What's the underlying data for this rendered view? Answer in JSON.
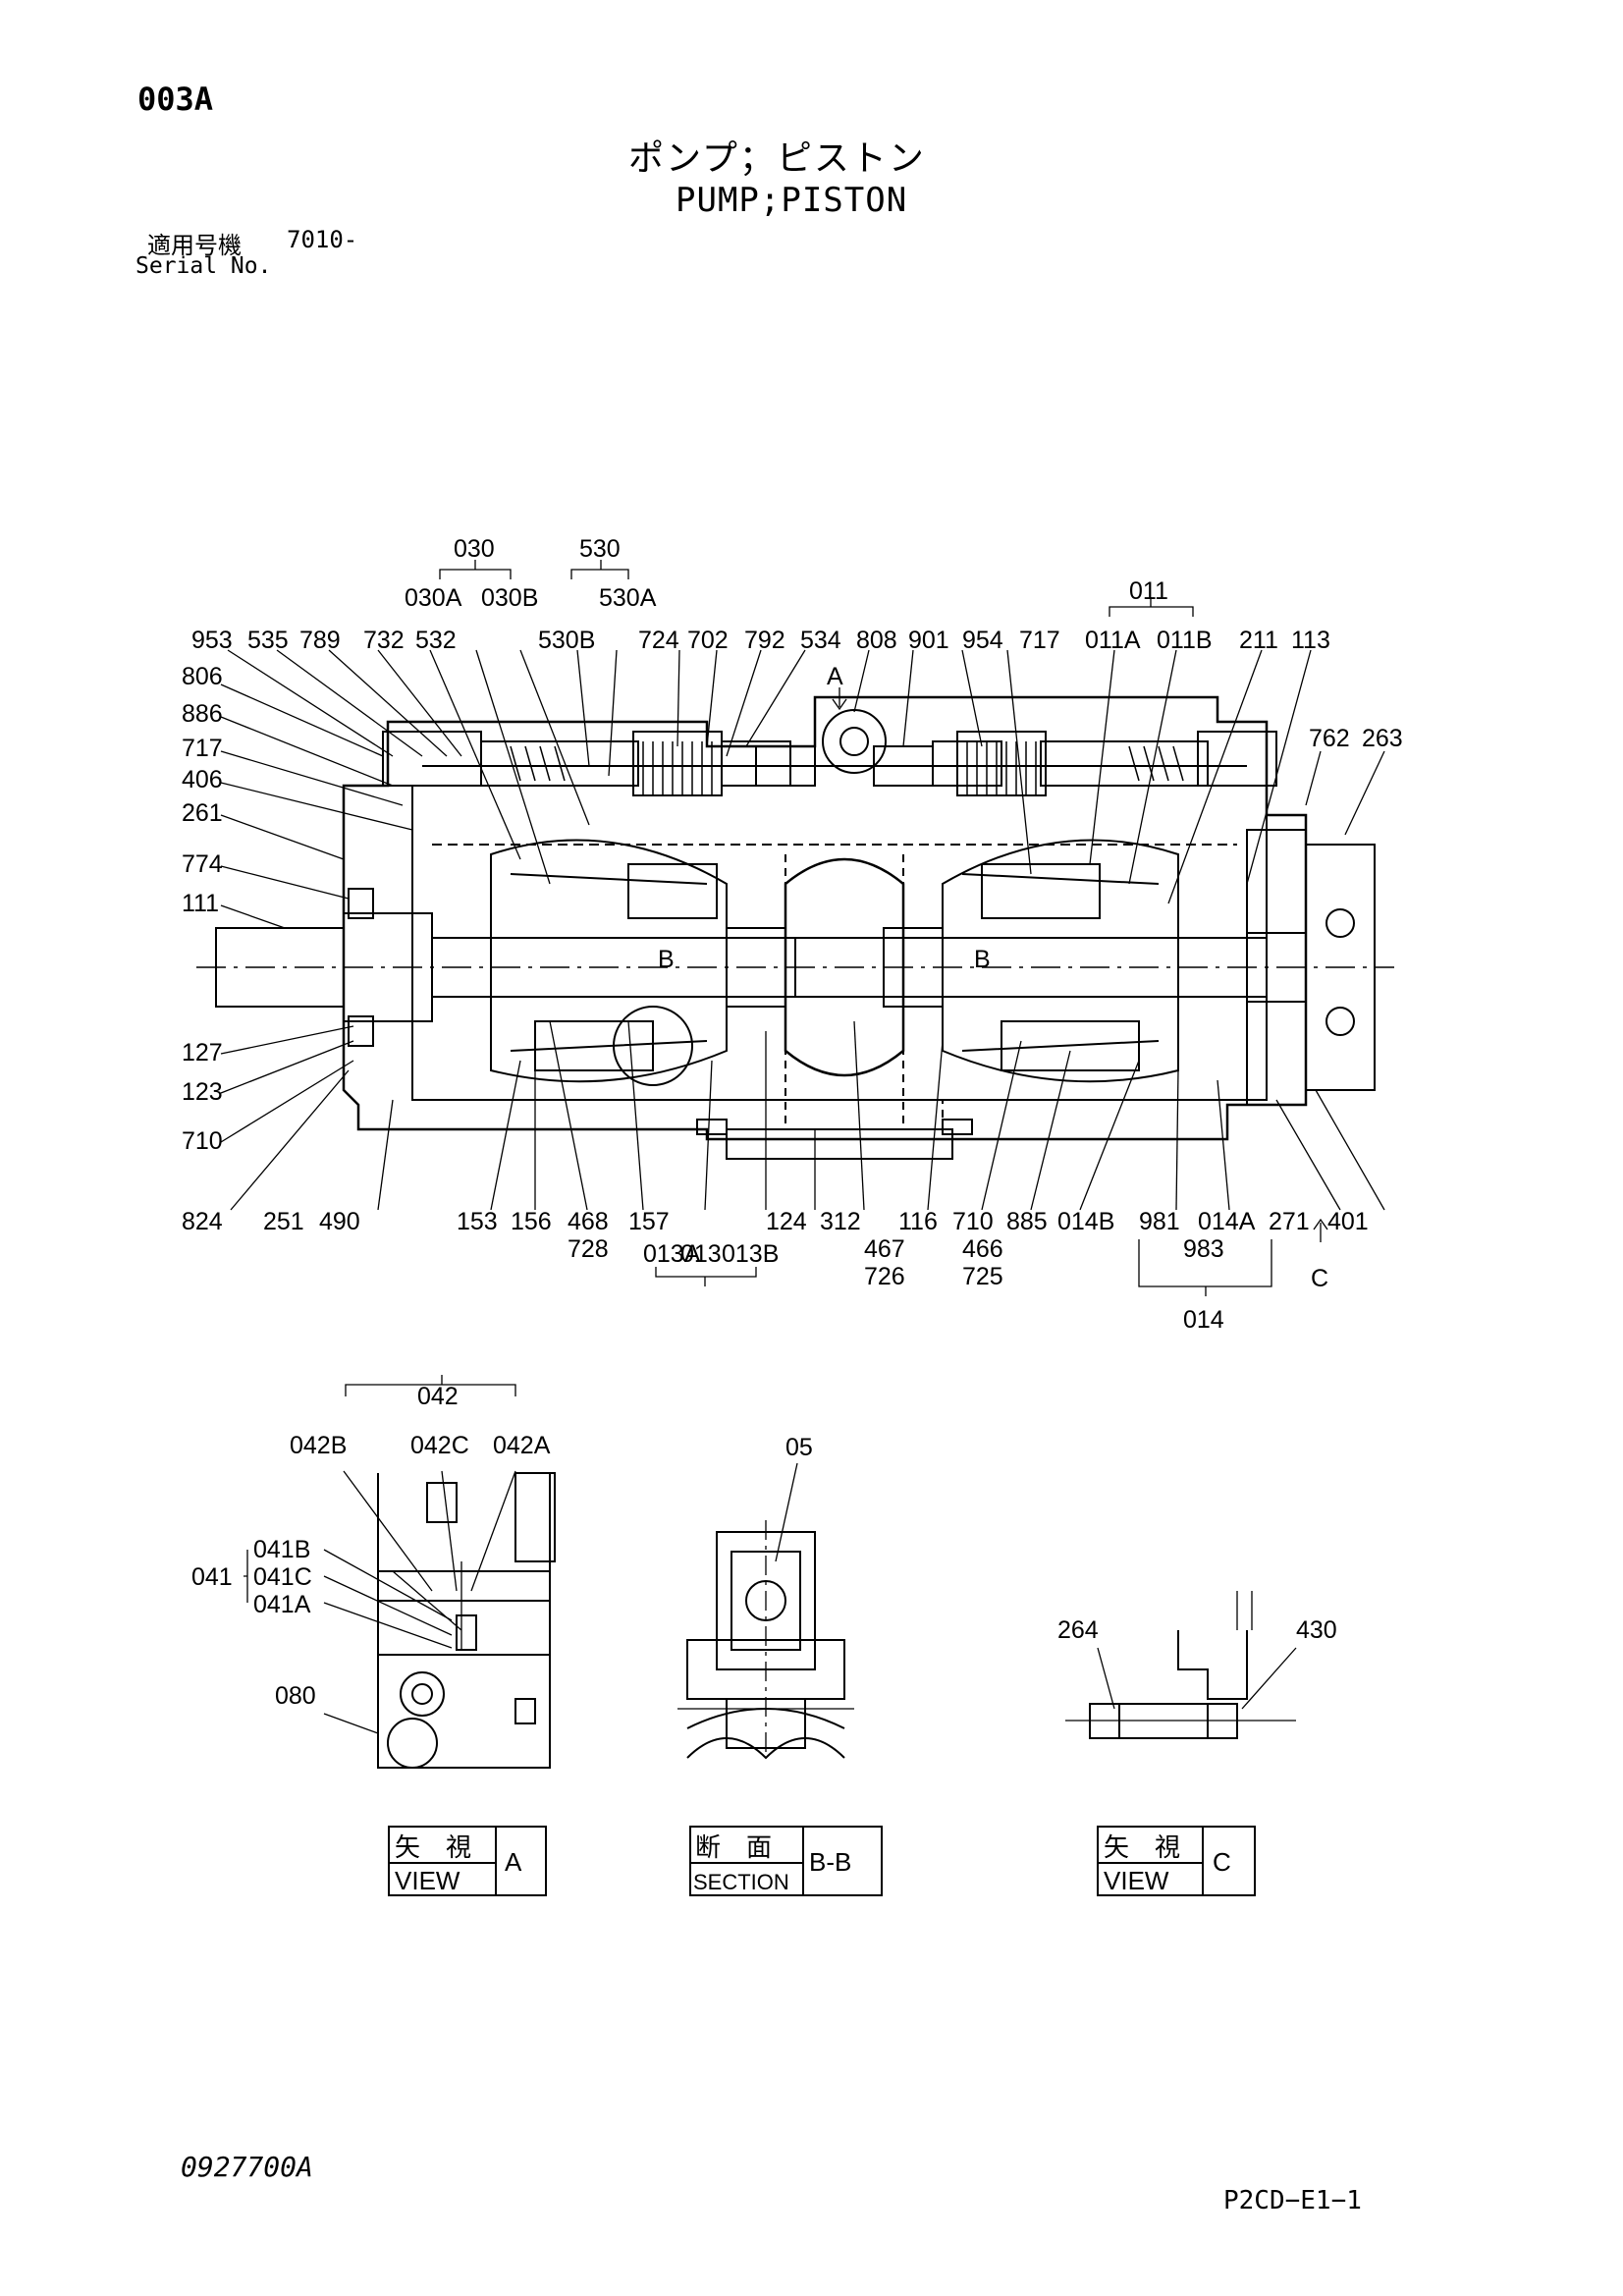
{
  "header": {
    "code": "003A",
    "title_jp": "ポンプ；ピストン",
    "title_en": "PUMP;PISTON",
    "serial_label_jp": "適用号機",
    "serial_value": "7010-",
    "serial_label_en": "Serial No."
  },
  "main_view": {
    "group_labels": {
      "g030": "030",
      "g030A": "030A",
      "g030B": "030B",
      "g530": "530",
      "g530A": "530A",
      "g530B": "530B",
      "g011": "011",
      "g011A": "011A",
      "g011B": "011B",
      "g013": "013",
      "g013A": "013A",
      "g013B": "013B",
      "g014": "014",
      "g014A": "014A",
      "g014B": "014B"
    },
    "top_labels": [
      "953",
      "535",
      "789",
      "732",
      "532",
      "724",
      "702",
      "792",
      "534",
      "808",
      "901",
      "954",
      "717",
      "211",
      "113"
    ],
    "left_labels": [
      "806",
      "886",
      "717",
      "406",
      "261",
      "774",
      "111",
      "127",
      "123",
      "710"
    ],
    "right_labels": [
      "762",
      "263"
    ],
    "bottom_labels": [
      "824",
      "251",
      "490",
      "153",
      "156",
      "468",
      "157",
      "124",
      "312",
      "116",
      "710",
      "885",
      "981",
      "271",
      "401"
    ],
    "bottom_sub_labels": [
      "728",
      "467",
      "466",
      "726",
      "725",
      "983"
    ],
    "section_marks": {
      "a": "A",
      "b_left": "B",
      "b_right": "B",
      "c": "C"
    }
  },
  "view_a": {
    "labels": {
      "g042": "042",
      "g042B": "042B",
      "g042C": "042C",
      "g042A": "042A",
      "g041": "041",
      "g041B": "041B",
      "g041C": "041C",
      "g041A": "041A",
      "p080": "080"
    },
    "caption_jp": "矢　視",
    "caption_en": "VIEW",
    "caption_letter": "A"
  },
  "view_bb": {
    "labels": {
      "p05": "05"
    },
    "caption_jp": "断　面",
    "caption_en": "SECTION",
    "caption_letter": "B-B"
  },
  "view_c": {
    "labels": {
      "p264": "264",
      "p430": "430"
    },
    "caption_jp": "矢　視",
    "caption_en": "VIEW",
    "caption_letter": "C"
  },
  "footer": {
    "doc_number": "0927700A",
    "page_code": "P2CD−E1−1"
  }
}
